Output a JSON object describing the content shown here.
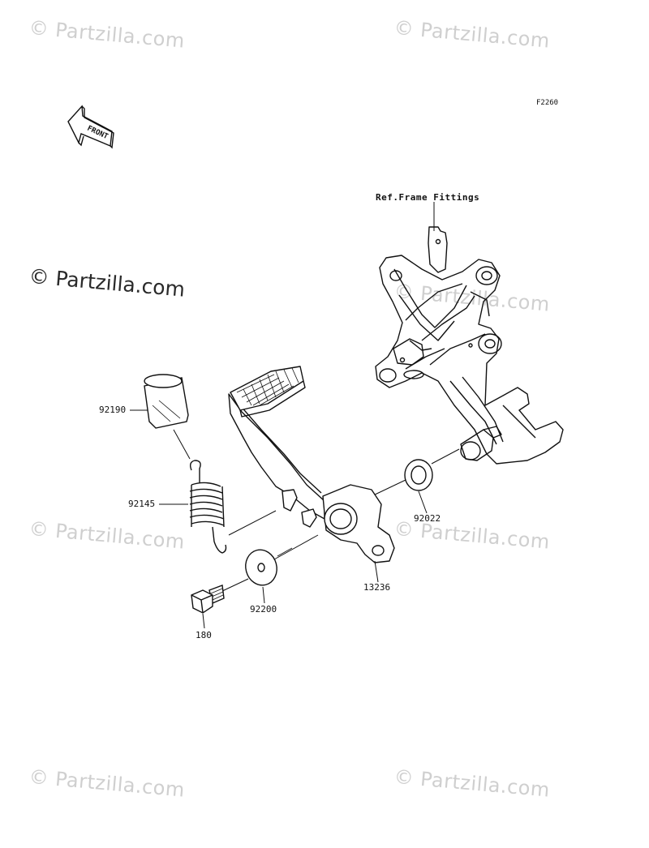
{
  "diagram_code": "F2260",
  "front_label": "FRONT",
  "ref_label": "Ref.Frame Fittings",
  "watermark": "© Partzilla.com",
  "parts": {
    "p92190": "92190",
    "p92145": "92145",
    "p92022": "92022",
    "p13236": "13236",
    "p92200": "92200",
    "p180": "180"
  }
}
